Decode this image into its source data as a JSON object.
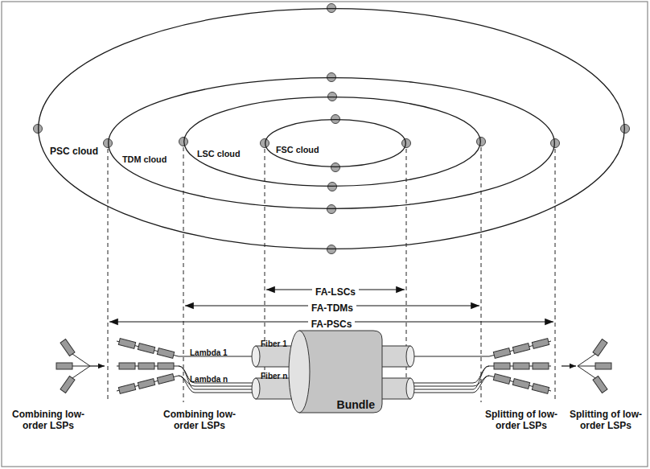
{
  "diagram": {
    "nodes": [
      {
        "text": [
          "PSC cloud"
        ]
      },
      {
        "text": [
          "TDM cloud"
        ],
        "in": 0
      },
      {
        "text": [
          "LSC cloud"
        ],
        "in": 1
      },
      {
        "text": [
          "FSC cloud"
        ],
        "in": 2
      },
      {
        "text": [
          "Bundle"
        ]
      }
    ],
    "labels": [
      "FA-LSCs",
      "FA-TDMs",
      "FA-PSCs",
      "Lambda 1",
      "Lambda n",
      "Fiber 1",
      "Fiber n",
      "Combining low-order LSPs",
      "Combining low-order LSPs",
      "Splitting of low-order LSPs",
      "Splitting of low-order LSPs"
    ]
  }
}
